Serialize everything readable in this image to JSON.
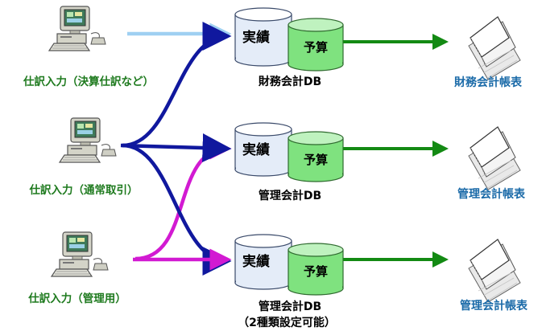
{
  "sources": [
    {
      "label": "仕訳入力（決算仕訳など）"
    },
    {
      "label": "仕訳入力（通常取引）"
    },
    {
      "label": "仕訳入力（管理用）"
    }
  ],
  "databases": [
    {
      "actual": "実績",
      "budget": "予算",
      "label": "財務会計DB",
      "sublabel": ""
    },
    {
      "actual": "実績",
      "budget": "予算",
      "label": "管理会計DB",
      "sublabel": ""
    },
    {
      "actual": "実績",
      "budget": "予算",
      "label": "管理会計DB",
      "sublabel": "（2種類設定可能）"
    }
  ],
  "reports": [
    {
      "label": "財務会計帳表"
    },
    {
      "label": "管理会計帳表"
    },
    {
      "label": "管理会計帳表"
    }
  ],
  "colors": {
    "source_label": "#1e7a1e",
    "report_label": "#1a6aa8",
    "arrow_light_blue": "#9fd0f2",
    "arrow_navy": "#10189e",
    "arrow_magenta": "#d21ad2",
    "arrow_green": "#138a13",
    "cyl_actual": "#e4ecf8",
    "cyl_budget": "#7fe27f"
  },
  "icons": {
    "source": "computer-terminal-icon",
    "report": "printout-paper-icon"
  }
}
